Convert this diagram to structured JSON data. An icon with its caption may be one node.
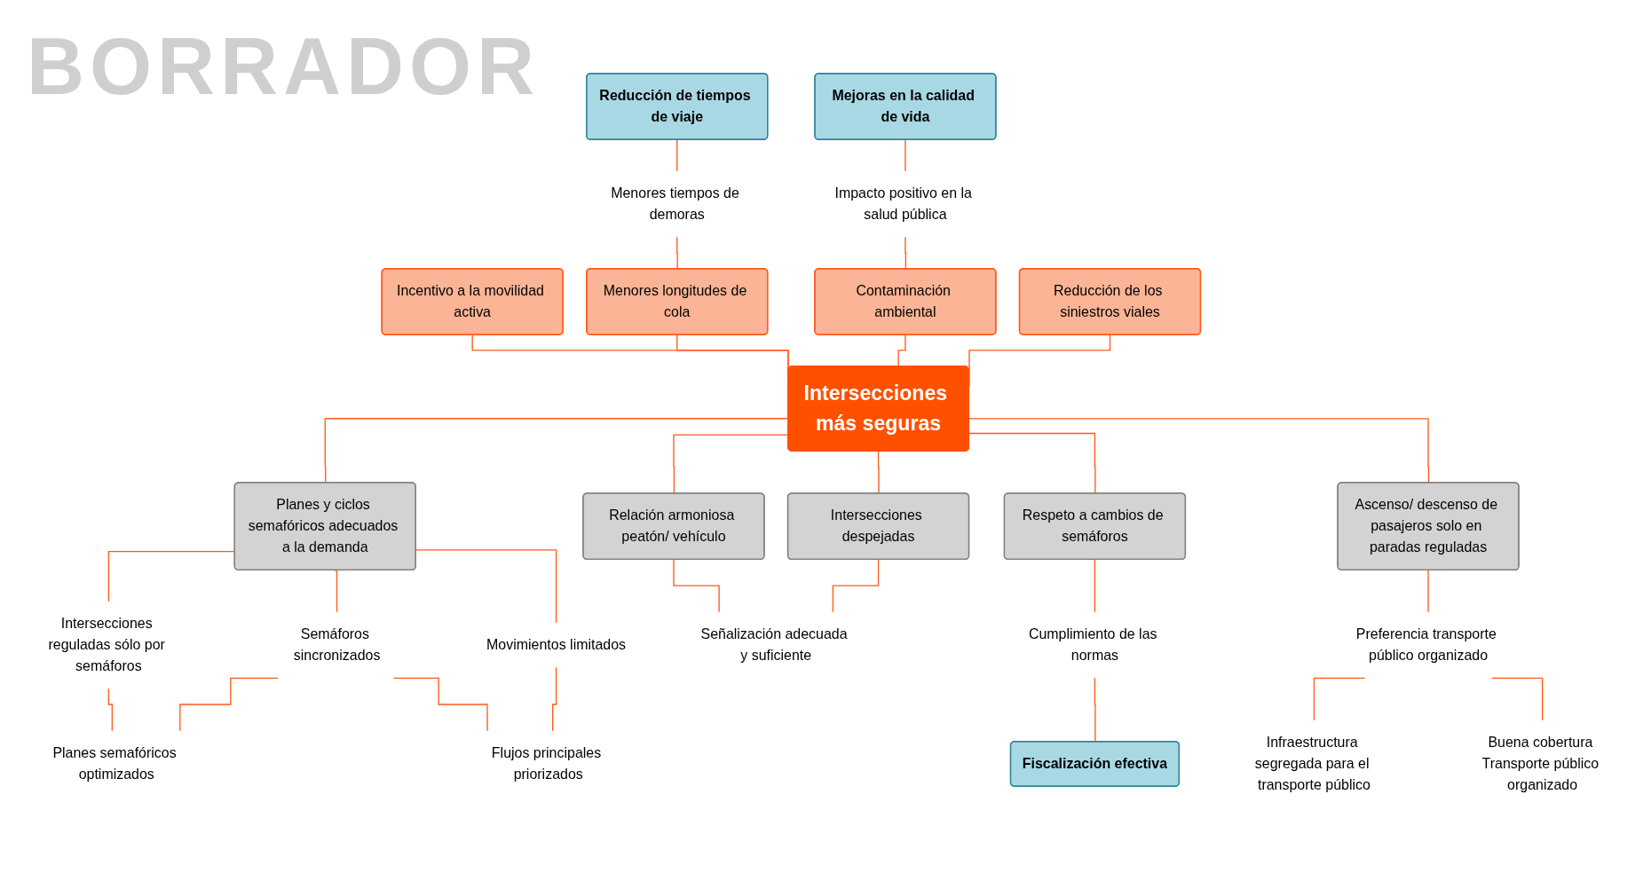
{
  "diagram": {
    "nodes": [
      {
        "text": [
          "Reducción de tiempos de viaje"
        ]
      },
      {
        "text": [
          "Mejoras en la calidad de vida"
        ]
      },
      {
        "text": [
          "Menores tiempos de demoras"
        ]
      },
      {
        "text": [
          "Impacto positivo en la salud pública"
        ]
      },
      {
        "text": [
          "Incentivo a la movilidad activa"
        ]
      },
      {
        "text": [
          "Menores longitudes de cola"
        ]
      },
      {
        "text": [
          "Contaminación ambiental"
        ]
      },
      {
        "text": [
          "Reducción de los siniestros viales"
        ]
      },
      {
        "text": [
          "Intersecciones más seguras"
        ]
      },
      {
        "text": [
          "Planes y ciclos semafóricos adecuados a la demanda"
        ]
      },
      {
        "text": [
          "Relación armoniosa peatón/ vehículo"
        ]
      },
      {
        "text": [
          "Intersecciones despejadas"
        ]
      },
      {
        "text": [
          "Respeto a cambios de semáforos"
        ]
      },
      {
        "text": [
          "Ascenso/ descenso de pasajeros solo en paradas reguladas"
        ]
      },
      {
        "text": [
          "Intersecciones reguladas sólo por semáforos"
        ]
      },
      {
        "text": [
          "Semáforos sincronizados"
        ]
      },
      {
        "text": [
          "Movimientos limitados"
        ]
      },
      {
        "text": [
          "Señalización adecuada y suficiente"
        ]
      },
      {
        "text": [
          "Cumplimiento de las normas"
        ]
      },
      {
        "text": [
          "Preferencia transporte público organizado"
        ]
      },
      {
        "text": [
          "Fiscalización efectiva"
        ]
      },
      {
        "text": [
          "Planes semafóricos optimizados"
        ]
      },
      {
        "text": [
          "Flujos principales priorizados"
        ]
      },
      {
        "text": [
          "Infraestructura segregada para el transporte público"
        ]
      },
      {
        "text": [
          "Buena cobertura Transporte público organizado"
        ]
      }
    ],
    "edges": [
      {
        "from": 0,
        "to": 2,
        "arrow": "none"
      },
      {
        "from": 2,
        "to": 5,
        "arrow": "none"
      },
      {
        "from": 1,
        "to": 3,
        "arrow": "none"
      },
      {
        "from": 3,
        "to": 6,
        "arrow": "none"
      },
      {
        "from": 4,
        "to": 8,
        "arrow": "none"
      },
      {
        "from": 5,
        "to": 8,
        "arrow": "none"
      },
      {
        "from": 6,
        "to": 8,
        "arrow": "none"
      },
      {
        "from": 7,
        "to": 8,
        "arrow": "none"
      },
      {
        "from": 8,
        "to": 9,
        "arrow": "none"
      },
      {
        "from": 8,
        "to": 10,
        "arrow": "none"
      },
      {
        "from": 8,
        "to": 11,
        "arrow": "none"
      },
      {
        "from": 8,
        "to": 12,
        "arrow": "none"
      },
      {
        "from": 8,
        "to": 13,
        "arrow": "none"
      },
      {
        "from": 9,
        "to": 14,
        "arrow": "none"
      },
      {
        "from": 9,
        "to": 15,
        "arrow": "none"
      },
      {
        "from": 9,
        "to": 16,
        "arrow": "none"
      },
      {
        "from": 10,
        "to": 17,
        "arrow": "none"
      },
      {
        "from": 11,
        "to": 17,
        "arrow": "none"
      },
      {
        "from": 12,
        "to": 18,
        "arrow": "none"
      },
      {
        "from": 13,
        "to": 19,
        "arrow": "none"
      },
      {
        "from": 18,
        "to": 20,
        "arrow": "none"
      },
      {
        "from": 14,
        "to": 21,
        "arrow": "none"
      },
      {
        "from": 15,
        "to": 21,
        "arrow": "none"
      },
      {
        "from": 15,
        "to": 22,
        "arrow": "none"
      },
      {
        "from": 16,
        "to": 22,
        "arrow": "none"
      },
      {
        "from": 19,
        "to": 23,
        "arrow": "none"
      },
      {
        "from": 19,
        "to": 24,
        "arrow": "none"
      }
    ],
    "labels": [
      "BORRADOR"
    ]
  }
}
